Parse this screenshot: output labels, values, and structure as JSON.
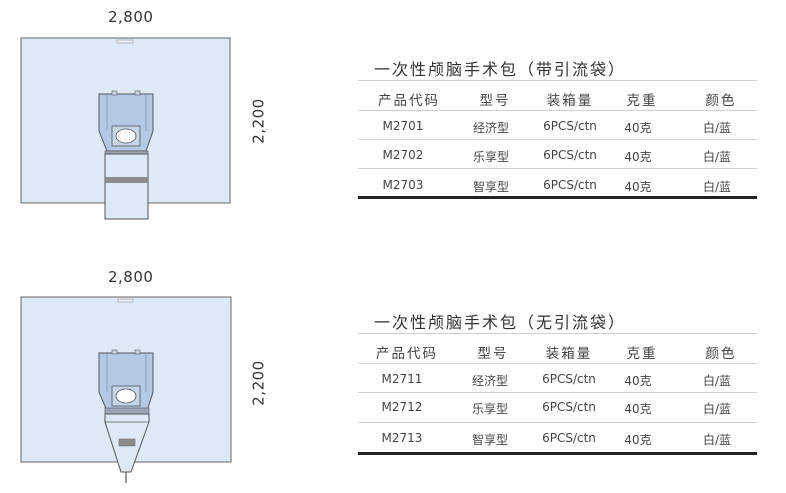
{
  "sections": [
    {
      "diagram": {
        "width_label": "2,800",
        "height_label": "2,200",
        "variant": "with-drainage-bag",
        "colors": {
          "sheet": "#dde9f6",
          "panel": "#b3c9e6",
          "border": "#555555",
          "band": "#8c8c8c"
        }
      },
      "title": "一次性颅脑手术包（带引流袋）",
      "table": {
        "headers": [
          "产品代码",
          "型号",
          "装箱量",
          "克重",
          "颜色"
        ],
        "rows": [
          [
            "M2701",
            "经济型",
            "6PCS/ctn",
            "40克",
            "白/蓝"
          ],
          [
            "M2702",
            "乐享型",
            "6PCS/ctn",
            "40克",
            "白/蓝"
          ],
          [
            "M2703",
            "智享型",
            "6PCS/ctn",
            "40克",
            "白/蓝"
          ]
        ]
      }
    },
    {
      "diagram": {
        "width_label": "2,800",
        "height_label": "2,200",
        "variant": "without-drainage-bag",
        "colors": {
          "sheet": "#dde9f6",
          "panel": "#b3c9e6",
          "border": "#555555",
          "band": "#8c8c8c"
        }
      },
      "title": "一次性颅脑手术包（无引流袋）",
      "table": {
        "headers": [
          "产品代码",
          "型号",
          "装箱量",
          "克重",
          "颜色"
        ],
        "rows": [
          [
            "M2711",
            "经济型",
            "6PCS/ctn",
            "40克",
            "白/蓝"
          ],
          [
            "M2712",
            "乐享型",
            "6PCS/ctn",
            "40克",
            "白/蓝"
          ],
          [
            "M2713",
            "智享型",
            "6PCS/ctn",
            "40克",
            "白/蓝"
          ]
        ]
      }
    }
  ]
}
